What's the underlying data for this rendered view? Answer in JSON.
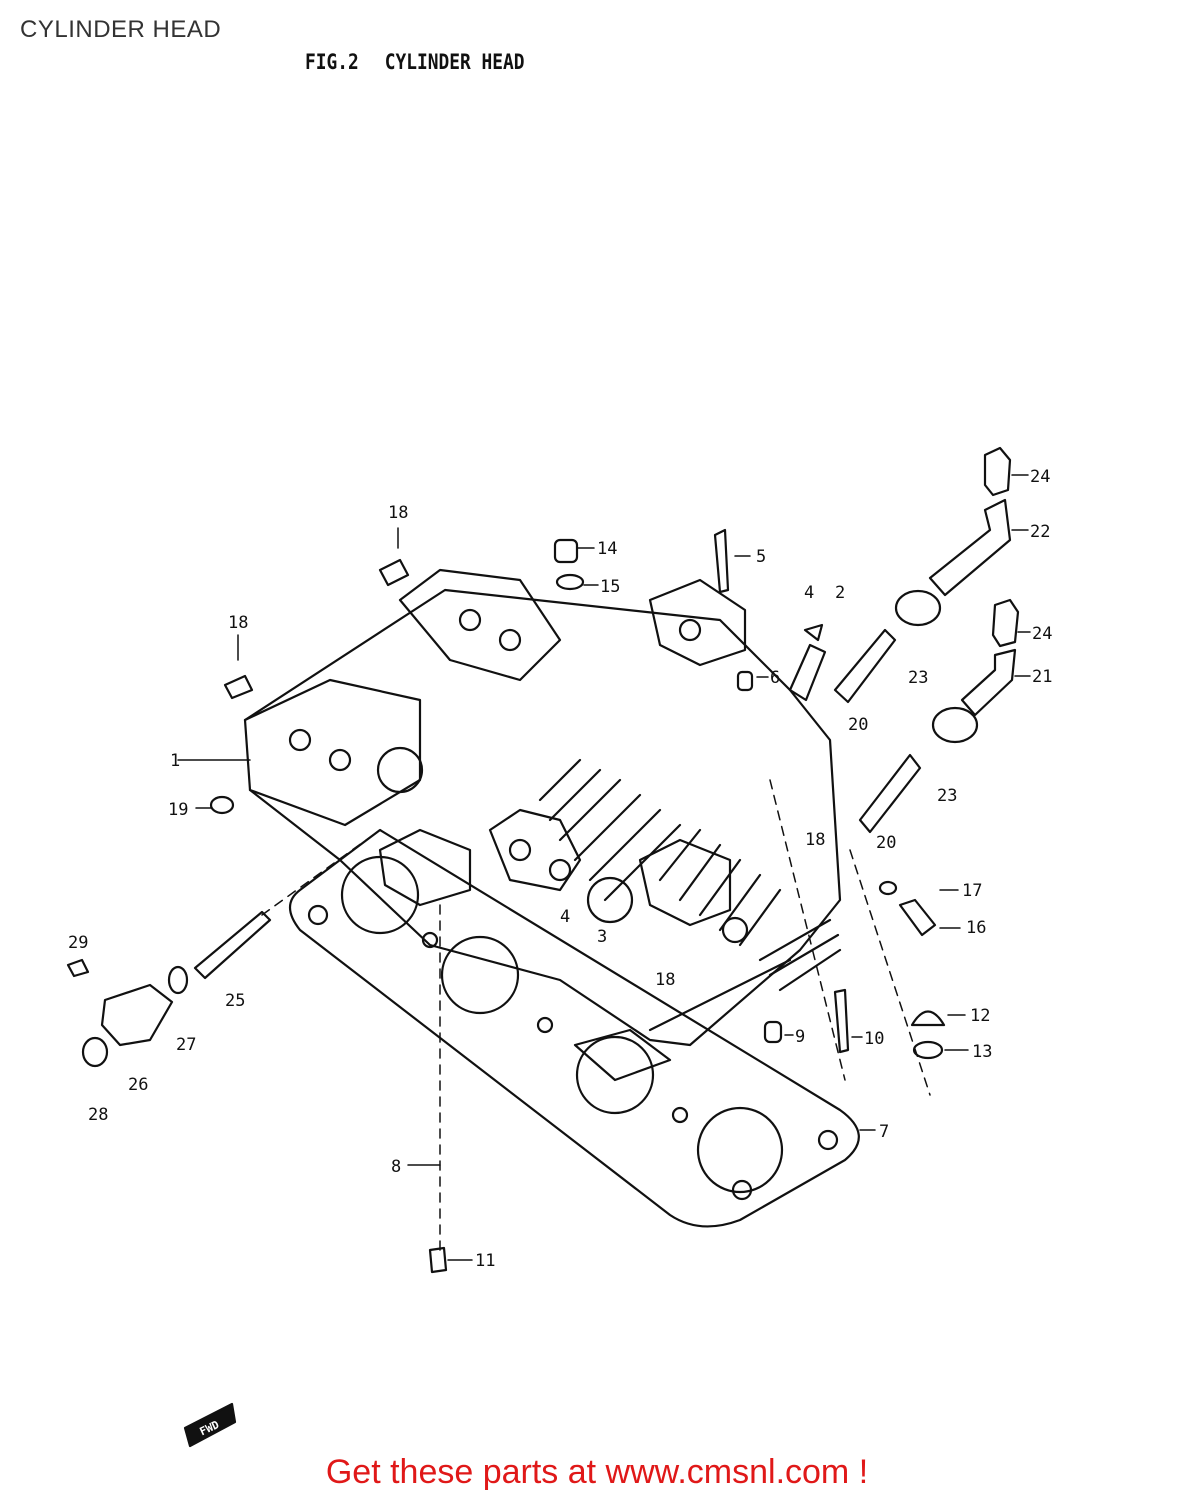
{
  "page": {
    "title": "CYLINDER HEAD"
  },
  "figure": {
    "label": "FIG.2",
    "title": "CYLINDER HEAD",
    "fwd_label": "FWD",
    "callouts": [
      "1",
      "2",
      "3",
      "4",
      "4",
      "5",
      "6",
      "7",
      "8",
      "9",
      "10",
      "11",
      "12",
      "13",
      "14",
      "15",
      "16",
      "17",
      "18",
      "18",
      "18",
      "18",
      "19",
      "20",
      "20",
      "21",
      "22",
      "23",
      "23",
      "24",
      "24",
      "25",
      "26",
      "27",
      "28",
      "29"
    ]
  },
  "footer": {
    "text": "Get these parts at www.cmsnl.com !"
  },
  "colors": {
    "ink": "#111111",
    "footer": "#e01818",
    "title": "#333333"
  }
}
